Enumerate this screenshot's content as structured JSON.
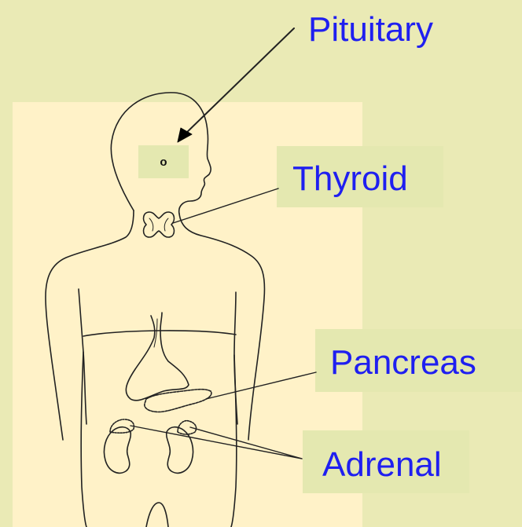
{
  "labels": {
    "pituitary": "Pituitary",
    "thyroid": "Thyroid",
    "pancreas": "Pancreas",
    "adrenal": "Adrenal"
  },
  "pituitary_marker": "o",
  "colors": {
    "background": "#eaeab5",
    "figure_panel": "#fff2c8",
    "label_box": "#e4e8b0",
    "label_text": "#1f1ff0",
    "outline": "#222222"
  }
}
